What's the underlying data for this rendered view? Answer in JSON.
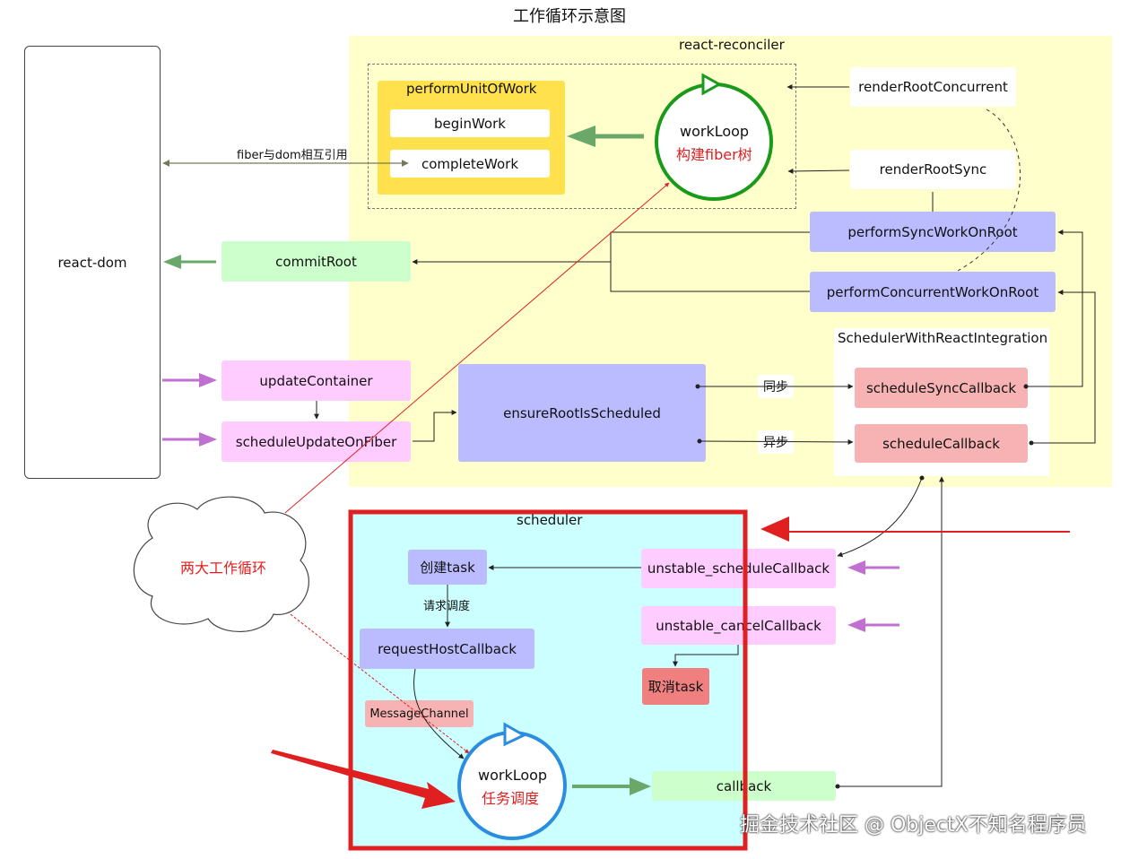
{
  "title": "工作循环示意图",
  "react_dom": {
    "label": "react-dom"
  },
  "reconciler": {
    "label": "react-reconciler",
    "perform_unit": {
      "title": "performUnitOfWork",
      "begin": "beginWork",
      "complete": "completeWork"
    },
    "workloop": {
      "name": "workLoop",
      "desc": "构建fiber树"
    },
    "render_concurrent": "renderRootConcurrent",
    "render_sync": "renderRootSync",
    "perform_sync": "performSyncWorkOnRoot",
    "perform_concurrent": "performConcurrentWorkOnRoot",
    "commit_root": "commitRoot",
    "fiber_dom_label": "fiber与dom相互引用",
    "update_container": "updateContainer",
    "schedule_update": "scheduleUpdateOnFiber",
    "ensure_root": "ensureRootIsScheduled",
    "integration_label": "SchedulerWithReactIntegration",
    "schedule_sync": "scheduleSyncCallback",
    "schedule_callback": "scheduleCallback",
    "sync_label": "同步",
    "async_label": "异步"
  },
  "cloud": {
    "label": "两大工作循环"
  },
  "scheduler": {
    "label": "scheduler",
    "create_task": "创建task",
    "request_label": "请求调度",
    "request_host": "requestHostCallback",
    "message_channel": "MessageChannel",
    "workloop": {
      "name": "workLoop",
      "desc": "任务调度"
    },
    "unstable_schedule": "unstable_scheduleCallback",
    "unstable_cancel": "unstable_cancelCallback",
    "cancel_task": "取消task",
    "callback": "callback"
  },
  "watermark": "掘金技术社区 @ ObjectX不知名程序员",
  "colors": {
    "reconciler_bg": "#ffffcc",
    "scheduler_bg": "#ccffff",
    "highlight_red": "#e02020",
    "workloop_green": "#1a9a1a",
    "workloop_blue": "#2a8de0"
  }
}
